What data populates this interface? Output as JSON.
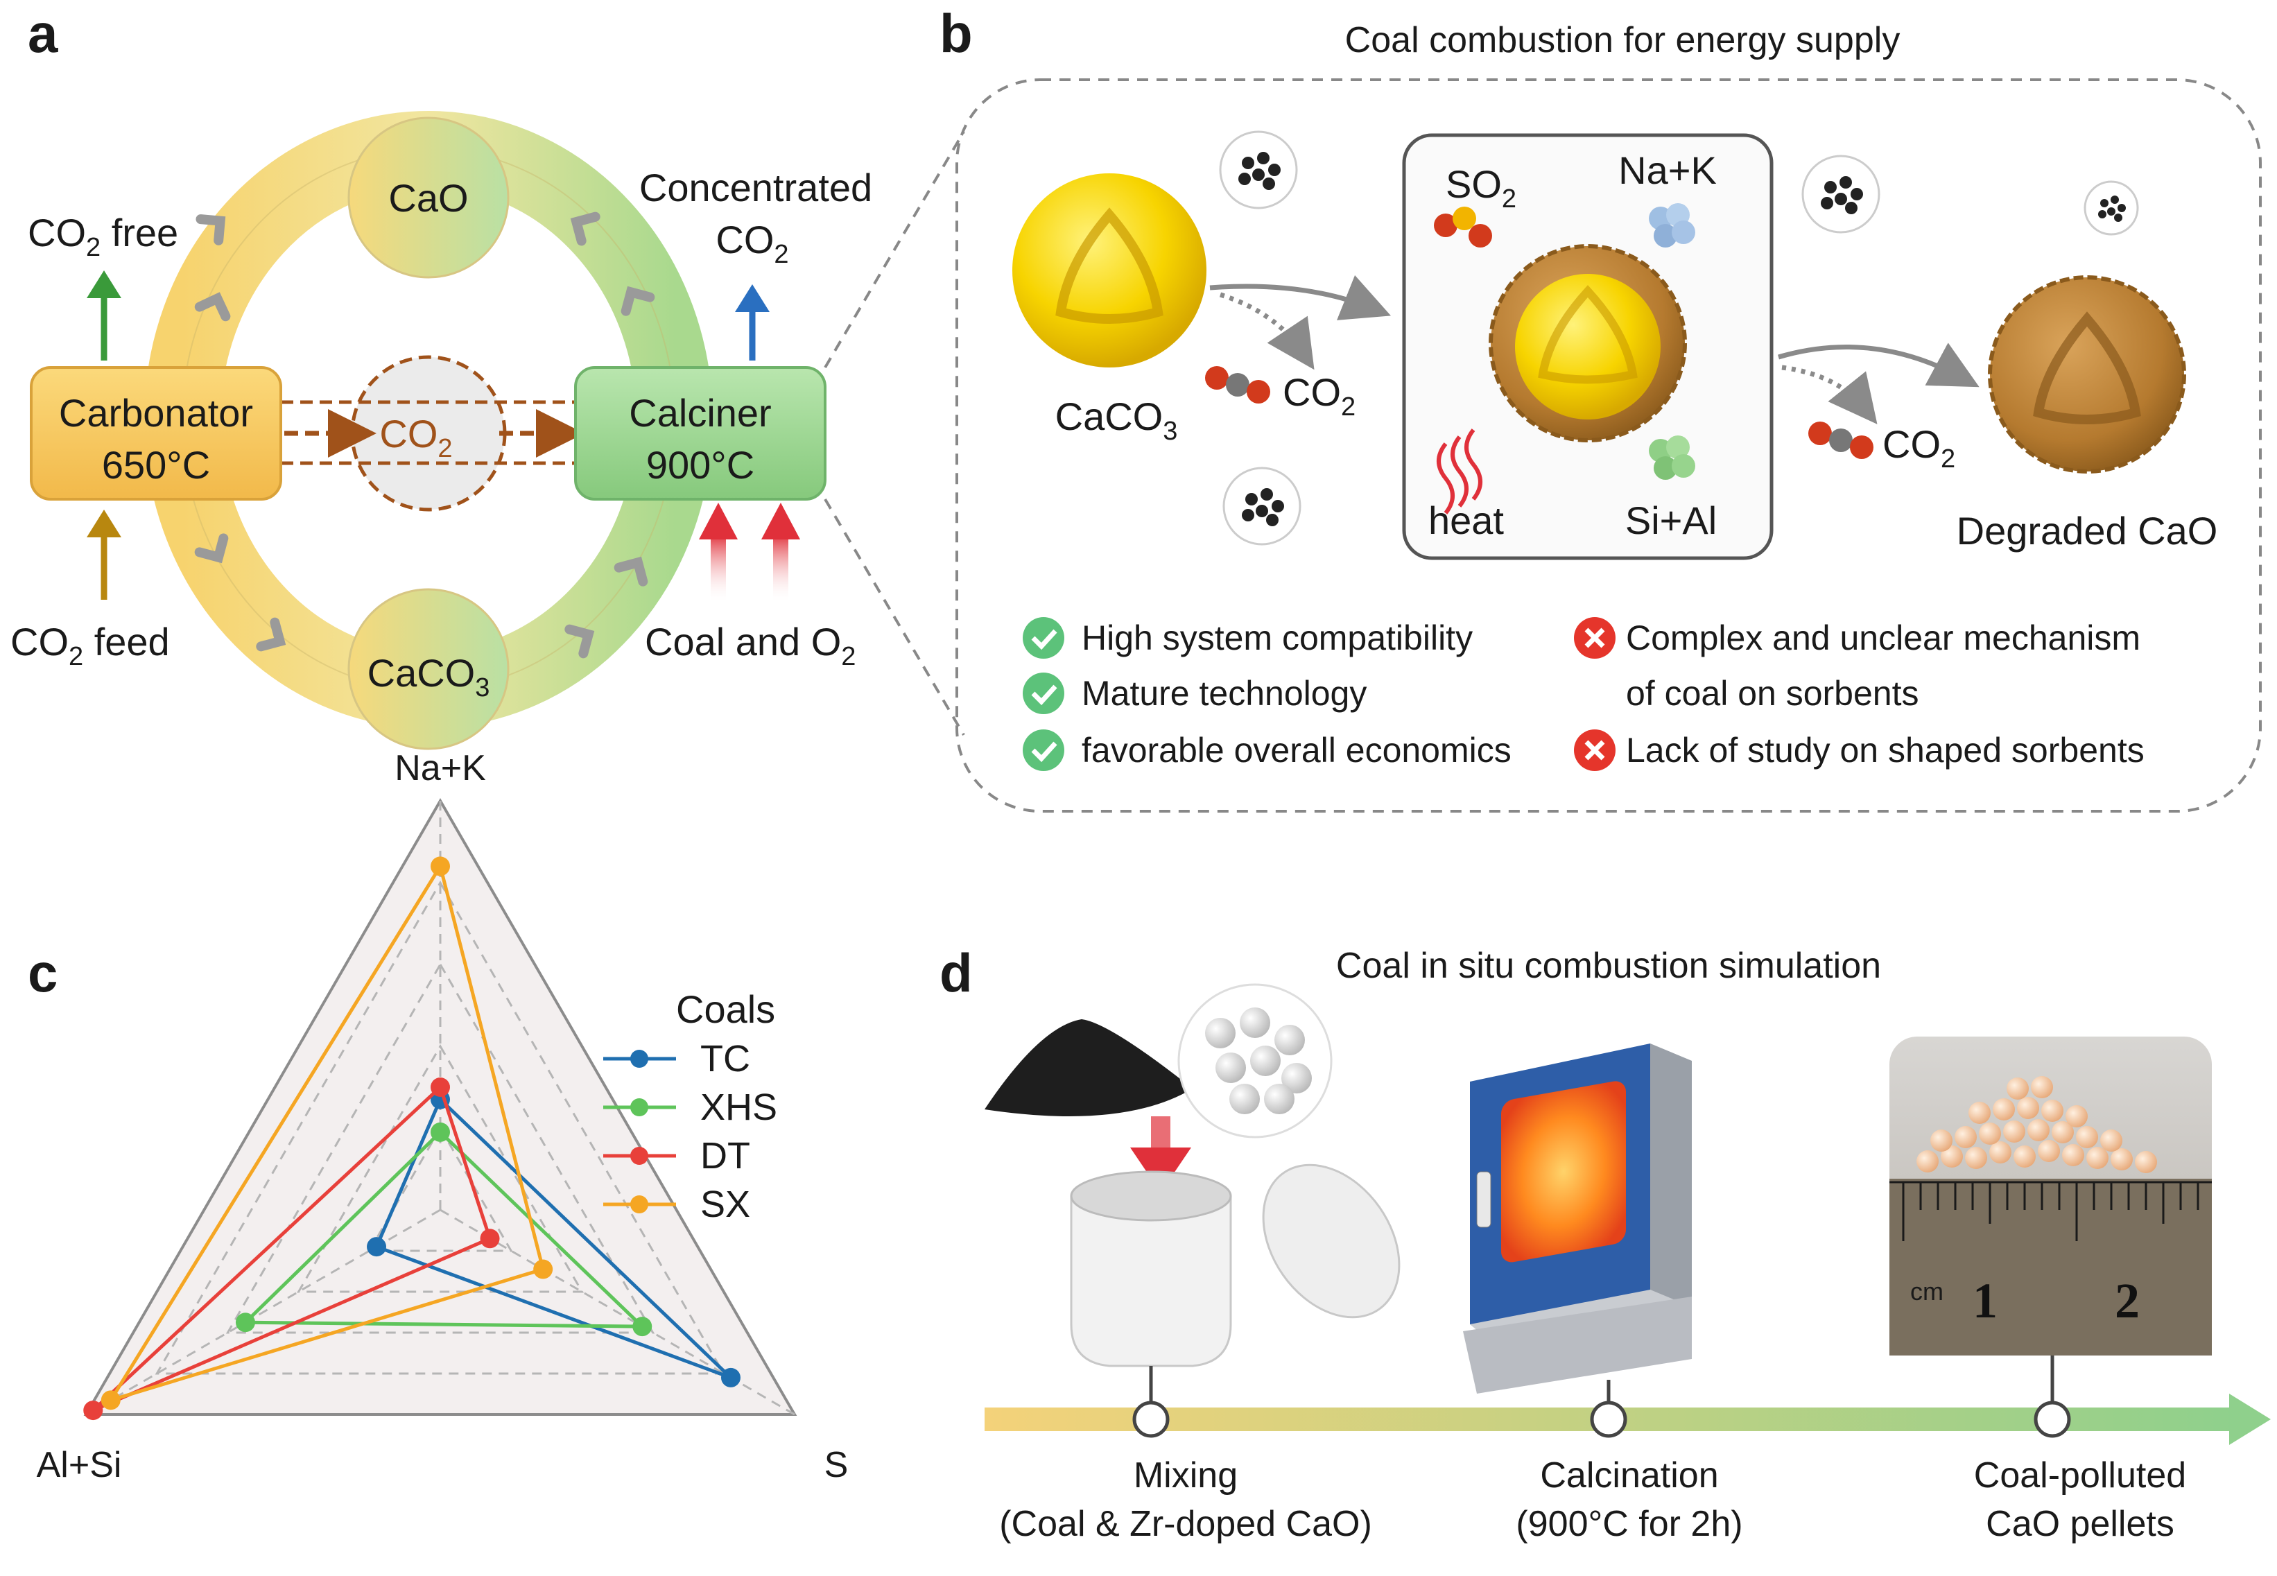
{
  "panel_labels": {
    "a": "a",
    "b": "b",
    "c": "c",
    "d": "d"
  },
  "panel_a": {
    "carbonator": {
      "name": "Carbonator",
      "temp": "650°C"
    },
    "calciner": {
      "name": "Calciner",
      "temp": "900°C"
    },
    "cao": "CaO",
    "caco3": {
      "base": "CaCO",
      "sub": "3"
    },
    "co2_center": {
      "base": "CO",
      "sub": "2"
    },
    "co2_free": {
      "base": "CO",
      "sub": "2",
      "rest": " free"
    },
    "co2_feed": {
      "base": "CO",
      "sub": "2",
      "rest": " feed"
    },
    "concentrated": "Concentrated",
    "concentrated_co2": {
      "base": "CO",
      "sub": "2"
    },
    "coal_o2": {
      "base": "Coal and O",
      "sub": "2"
    },
    "colors": {
      "carbonator": "#f6c85f",
      "calciner": "#8fcf86",
      "arrow_free": "#3a9a3a",
      "arrow_feed": "#b8870f",
      "arrow_conc": "#2a6fc0",
      "dashed": "#a0521a"
    }
  },
  "panel_b": {
    "title": "Coal combustion for energy supply",
    "caco3": {
      "base": "CaCO",
      "sub": "3"
    },
    "co2_1": {
      "base": "CO",
      "sub": "2"
    },
    "co2_2": {
      "base": "CO",
      "sub": "2"
    },
    "so2": {
      "base": "SO",
      "sub": "2"
    },
    "nak": "Na+K",
    "heat": "heat",
    "sial": "Si+Al",
    "degraded": "Degraded CaO",
    "pros": [
      "High system compatibility",
      "Mature technology",
      "favorable overall economics"
    ],
    "cons": [
      "Complex and unclear mechanism",
      "of coal on sorbents",
      "Lack of study on shaped sorbents"
    ],
    "colors": {
      "check": "#5cc27a",
      "cross": "#e5352b"
    }
  },
  "panel_c": {
    "chart_data": {
      "type": "radar",
      "axes": [
        "Na+K",
        "S",
        "Al+Si"
      ],
      "legend_title": "Coals",
      "legend_position": "top-right",
      "rings": 5,
      "series": [
        {
          "name": "TC",
          "color": "#1f6fb0",
          "values": [
            0.27,
            0.82,
            0.18
          ]
        },
        {
          "name": "XHS",
          "color": "#5ec45a",
          "values": [
            0.19,
            0.57,
            0.55
          ]
        },
        {
          "name": "DT",
          "color": "#e8403a",
          "values": [
            0.3,
            0.14,
            0.98
          ]
        },
        {
          "name": "SX",
          "color": "#f5a623",
          "values": [
            0.84,
            0.29,
            0.93
          ]
        }
      ]
    }
  },
  "panel_d": {
    "title": "Coal in situ combustion simulation",
    "steps": [
      {
        "line1": "Mixing",
        "line2": "(Coal & Zr-doped CaO)"
      },
      {
        "line1": "Calcination",
        "line2": "(900°C for 2h)"
      },
      {
        "line1": "Coal-polluted",
        "line2": "CaO pellets"
      }
    ],
    "ruler_unit": "cm",
    "ruler_marks": [
      "1",
      "2"
    ]
  }
}
